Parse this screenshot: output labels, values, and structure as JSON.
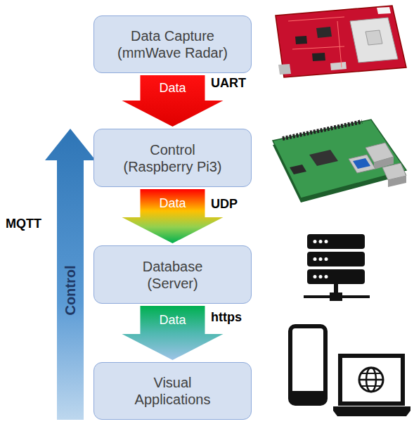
{
  "diagram": {
    "nodes": [
      {
        "text": [
          "Data Capture (mmWave Radar)"
        ]
      },
      {
        "text": [
          "Control (Raspberry Pi3)"
        ]
      },
      {
        "text": [
          "Database (Server)"
        ]
      },
      {
        "text": [
          "Visual Applications"
        ]
      }
    ],
    "edges": [
      {
        "from": 0,
        "to": 1,
        "arrow": "to",
        "label": "Data"
      },
      {
        "from": 1,
        "to": 2,
        "arrow": "to",
        "label": "Data"
      },
      {
        "from": 2,
        "to": 3,
        "arrow": "to",
        "label": "Data"
      },
      {
        "from": 3,
        "to": 1,
        "arrow": "to",
        "label": "Control"
      }
    ],
    "labels": [
      "UART",
      "UDP",
      "https",
      "MQTT"
    ]
  }
}
